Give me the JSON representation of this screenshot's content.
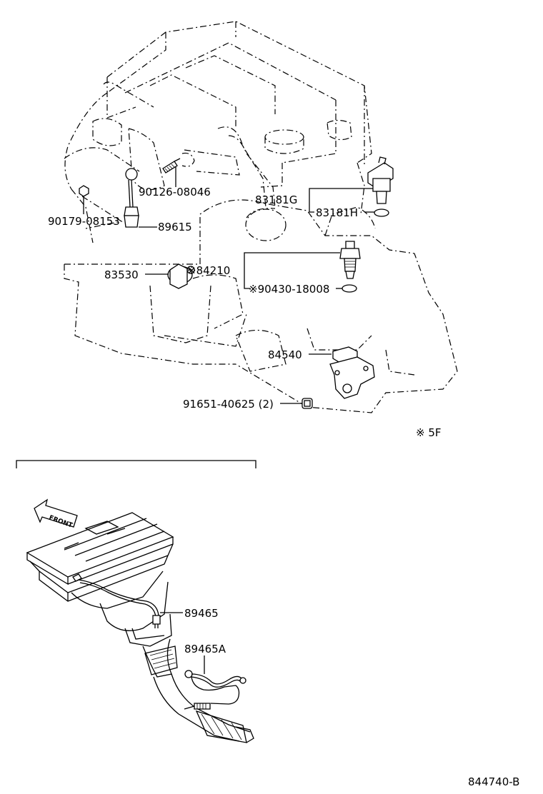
{
  "callouts": {
    "p90126": "90126-08046",
    "p90179": "90179-08153",
    "p89615": "89615",
    "p83181G": "83181G",
    "p83181H": "83181H",
    "p83530": "83530",
    "p84210": "※84210",
    "p90430": "※90430-18008",
    "p84540": "84540",
    "p91651": "91651-40625 (2)",
    "note": "※ 5F",
    "p89465": "89465",
    "p89465A": "89465A"
  },
  "front_label": "FRONT",
  "diagram_id": "844740-B",
  "colors": {
    "line": "#000000",
    "background": "#ffffff"
  }
}
